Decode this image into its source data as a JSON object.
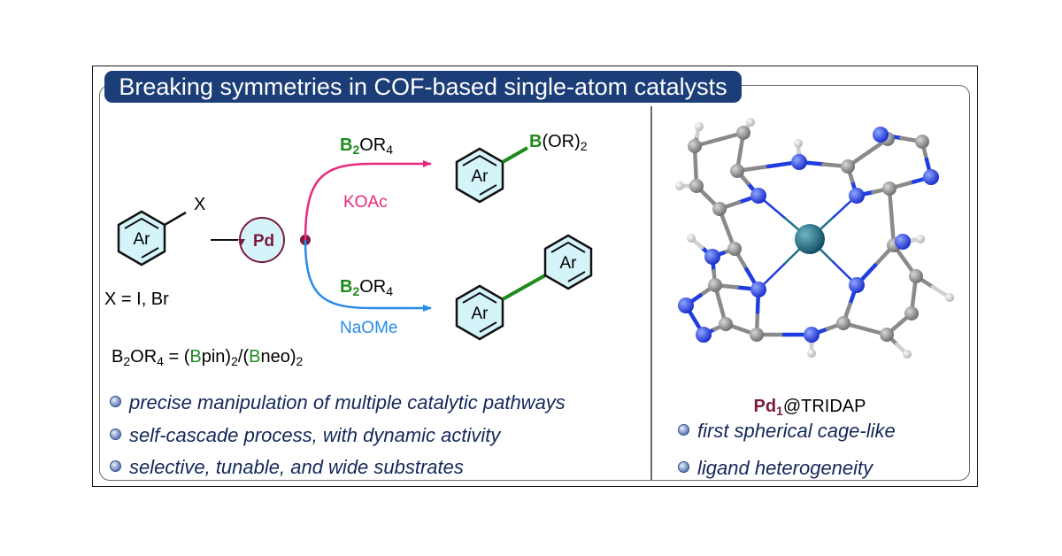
{
  "title": "Breaking symmetries in COF-based single-atom catalysts",
  "scheme": {
    "reactant_ring": "Ar",
    "reactant_substituent": "X",
    "x_definition": "X = I, Br",
    "catalyst": "Pd",
    "upper_path": {
      "reagent_b": "B",
      "reagent_b_sub": "2",
      "reagent_rest": "OR",
      "reagent_rest_sub": "4",
      "base": "KOAc",
      "product_ring": "Ar",
      "product_boron": "B",
      "product_or": "(OR)",
      "product_or_sub": "2"
    },
    "lower_path": {
      "reagent_b": "B",
      "reagent_b_sub": "2",
      "reagent_rest": "OR",
      "reagent_rest_sub": "4",
      "base": "NaOMe",
      "product_ring_1": "Ar",
      "product_ring_2": "Ar"
    },
    "boron_definition": {
      "lhs_b": "B",
      "lhs_b_sub": "2",
      "lhs_or": "OR",
      "lhs_or_sub": "4",
      "eq_open": " = (",
      "pin_b": "B",
      "pin_rest": "pin)",
      "pin_sub": "2",
      "slash_open": "/(",
      "neo_b": "B",
      "neo_rest": "neo)",
      "neo_sub": "2"
    }
  },
  "left_bullets": [
    "precise manipulation of multiple catalytic pathways",
    "self-cascade process, with dynamic activity",
    "selective, tunable, and wide substrates"
  ],
  "catalyst_label": {
    "metal": "Pd",
    "metal_sub": "1",
    "rest": "@TRIDAP"
  },
  "right_bullets": [
    "first spherical cage-like",
    "ligand heterogeneity"
  ],
  "colors": {
    "title_bg": "#1c3e78",
    "magenta_arrow": "#e8287a",
    "blue_arrow": "#2a8ae8",
    "boron_green": "#1e8a1e",
    "ring_fill": "#d4f4fa",
    "pd_dark": "#7a1a3c",
    "nitrogen": "#1f3de0",
    "carbon": "#8a8a8a",
    "palladium_atom": "#1f6f8a"
  }
}
